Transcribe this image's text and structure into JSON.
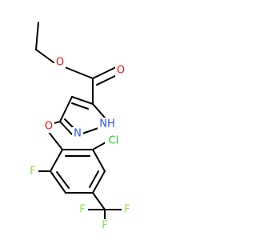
{
  "molecule": {
    "atoms": {
      "ester_o": "O",
      "carbonyl_o": "O",
      "nh": "NH",
      "n": "N",
      "ether_o": "O",
      "cl": "Cl",
      "f_ring": "F",
      "f_cf3_left": "F",
      "f_cf3_right": "F",
      "f_cf3_bottom": "F"
    },
    "colors": {
      "bond": "#000000",
      "oxygen": "#ff0d0d",
      "nitrogen": "#3050f8",
      "chlorine": "#1fd01f",
      "fluorine": "#90e050"
    }
  }
}
